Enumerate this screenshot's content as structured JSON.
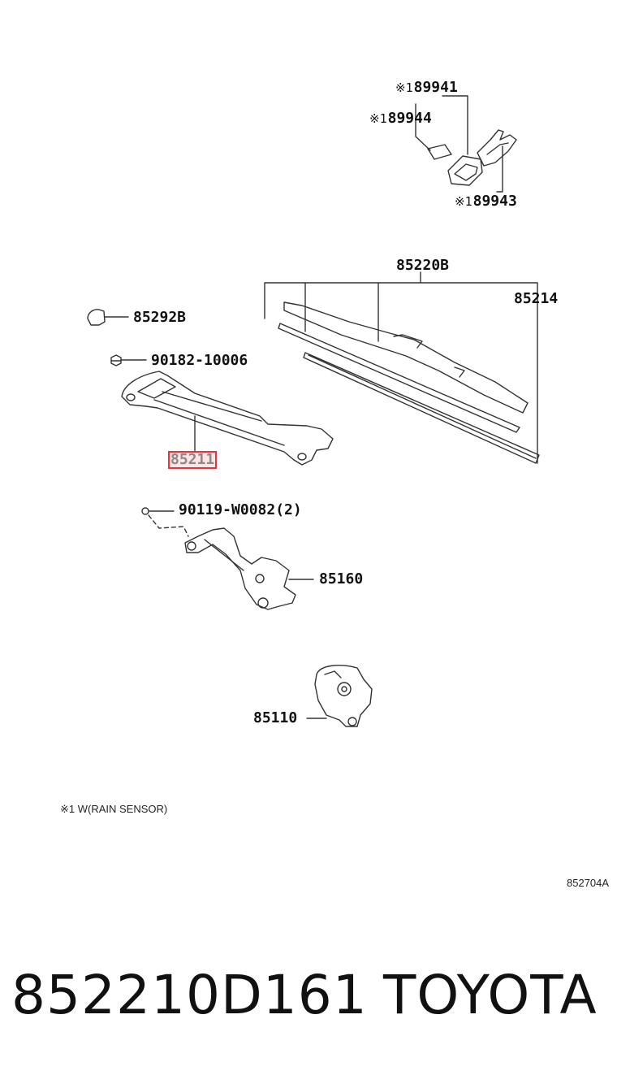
{
  "diagram": {
    "labels": {
      "p89941": {
        "mark": "※1",
        "text": "89941"
      },
      "p89944": {
        "mark": "※1",
        "text": "89944"
      },
      "p89943": {
        "mark": "※1",
        "text": "89943"
      },
      "p85220b": "85220B",
      "p85214": "85214",
      "p85292b": "85292B",
      "p90182": "90182-10006",
      "p85211": "85211",
      "p90119": "90119-W0082(2)",
      "p85160": "85160",
      "p85110": "85110"
    },
    "note": "※1 W(RAIN SENSOR)",
    "drawing_code": "852704A"
  },
  "footer": {
    "part_number": "852210D161",
    "brand": "TOYOTA"
  },
  "colors": {
    "line": "#333333",
    "highlight": "#e8323c"
  }
}
